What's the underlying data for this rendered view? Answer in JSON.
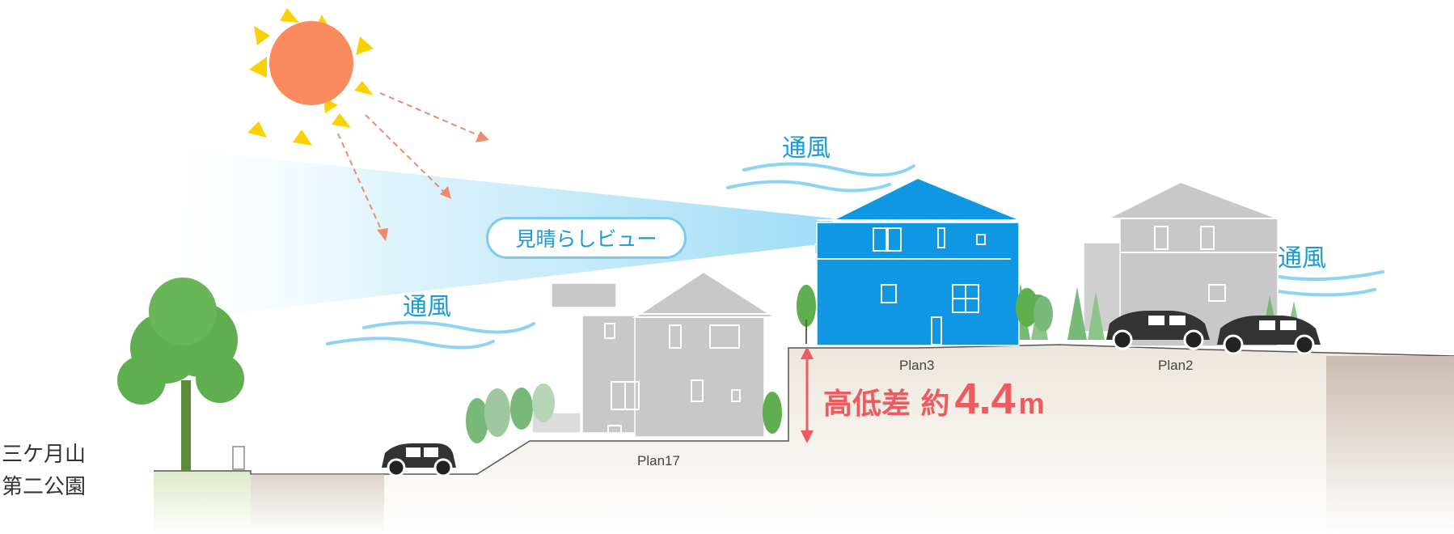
{
  "labels": {
    "wind_top": "通風",
    "wind_left": "通風",
    "wind_right": "通風",
    "view": "見晴らしビュー",
    "height_prefix": "高低差 約",
    "height_value": "4.4",
    "height_unit": "m",
    "park_line1": "三ケ月山",
    "park_line2": "第二公園",
    "plan3": "Plan3",
    "plan2": "Plan2",
    "plan17": "Plan17"
  },
  "colors": {
    "highlight_house": "#0f97e3",
    "gray_house": "#c8c8c8",
    "wind": "#8fd3f4",
    "sun": "#fb8a5f",
    "sun_rays": "#fcd100",
    "height_marker": "#ee5b5e",
    "tree": "#5fae4f",
    "ground": "#e8e2d8"
  },
  "icons": [
    "sun-icon",
    "tree-icon",
    "car-icon",
    "wind-icon",
    "house-icon"
  ]
}
